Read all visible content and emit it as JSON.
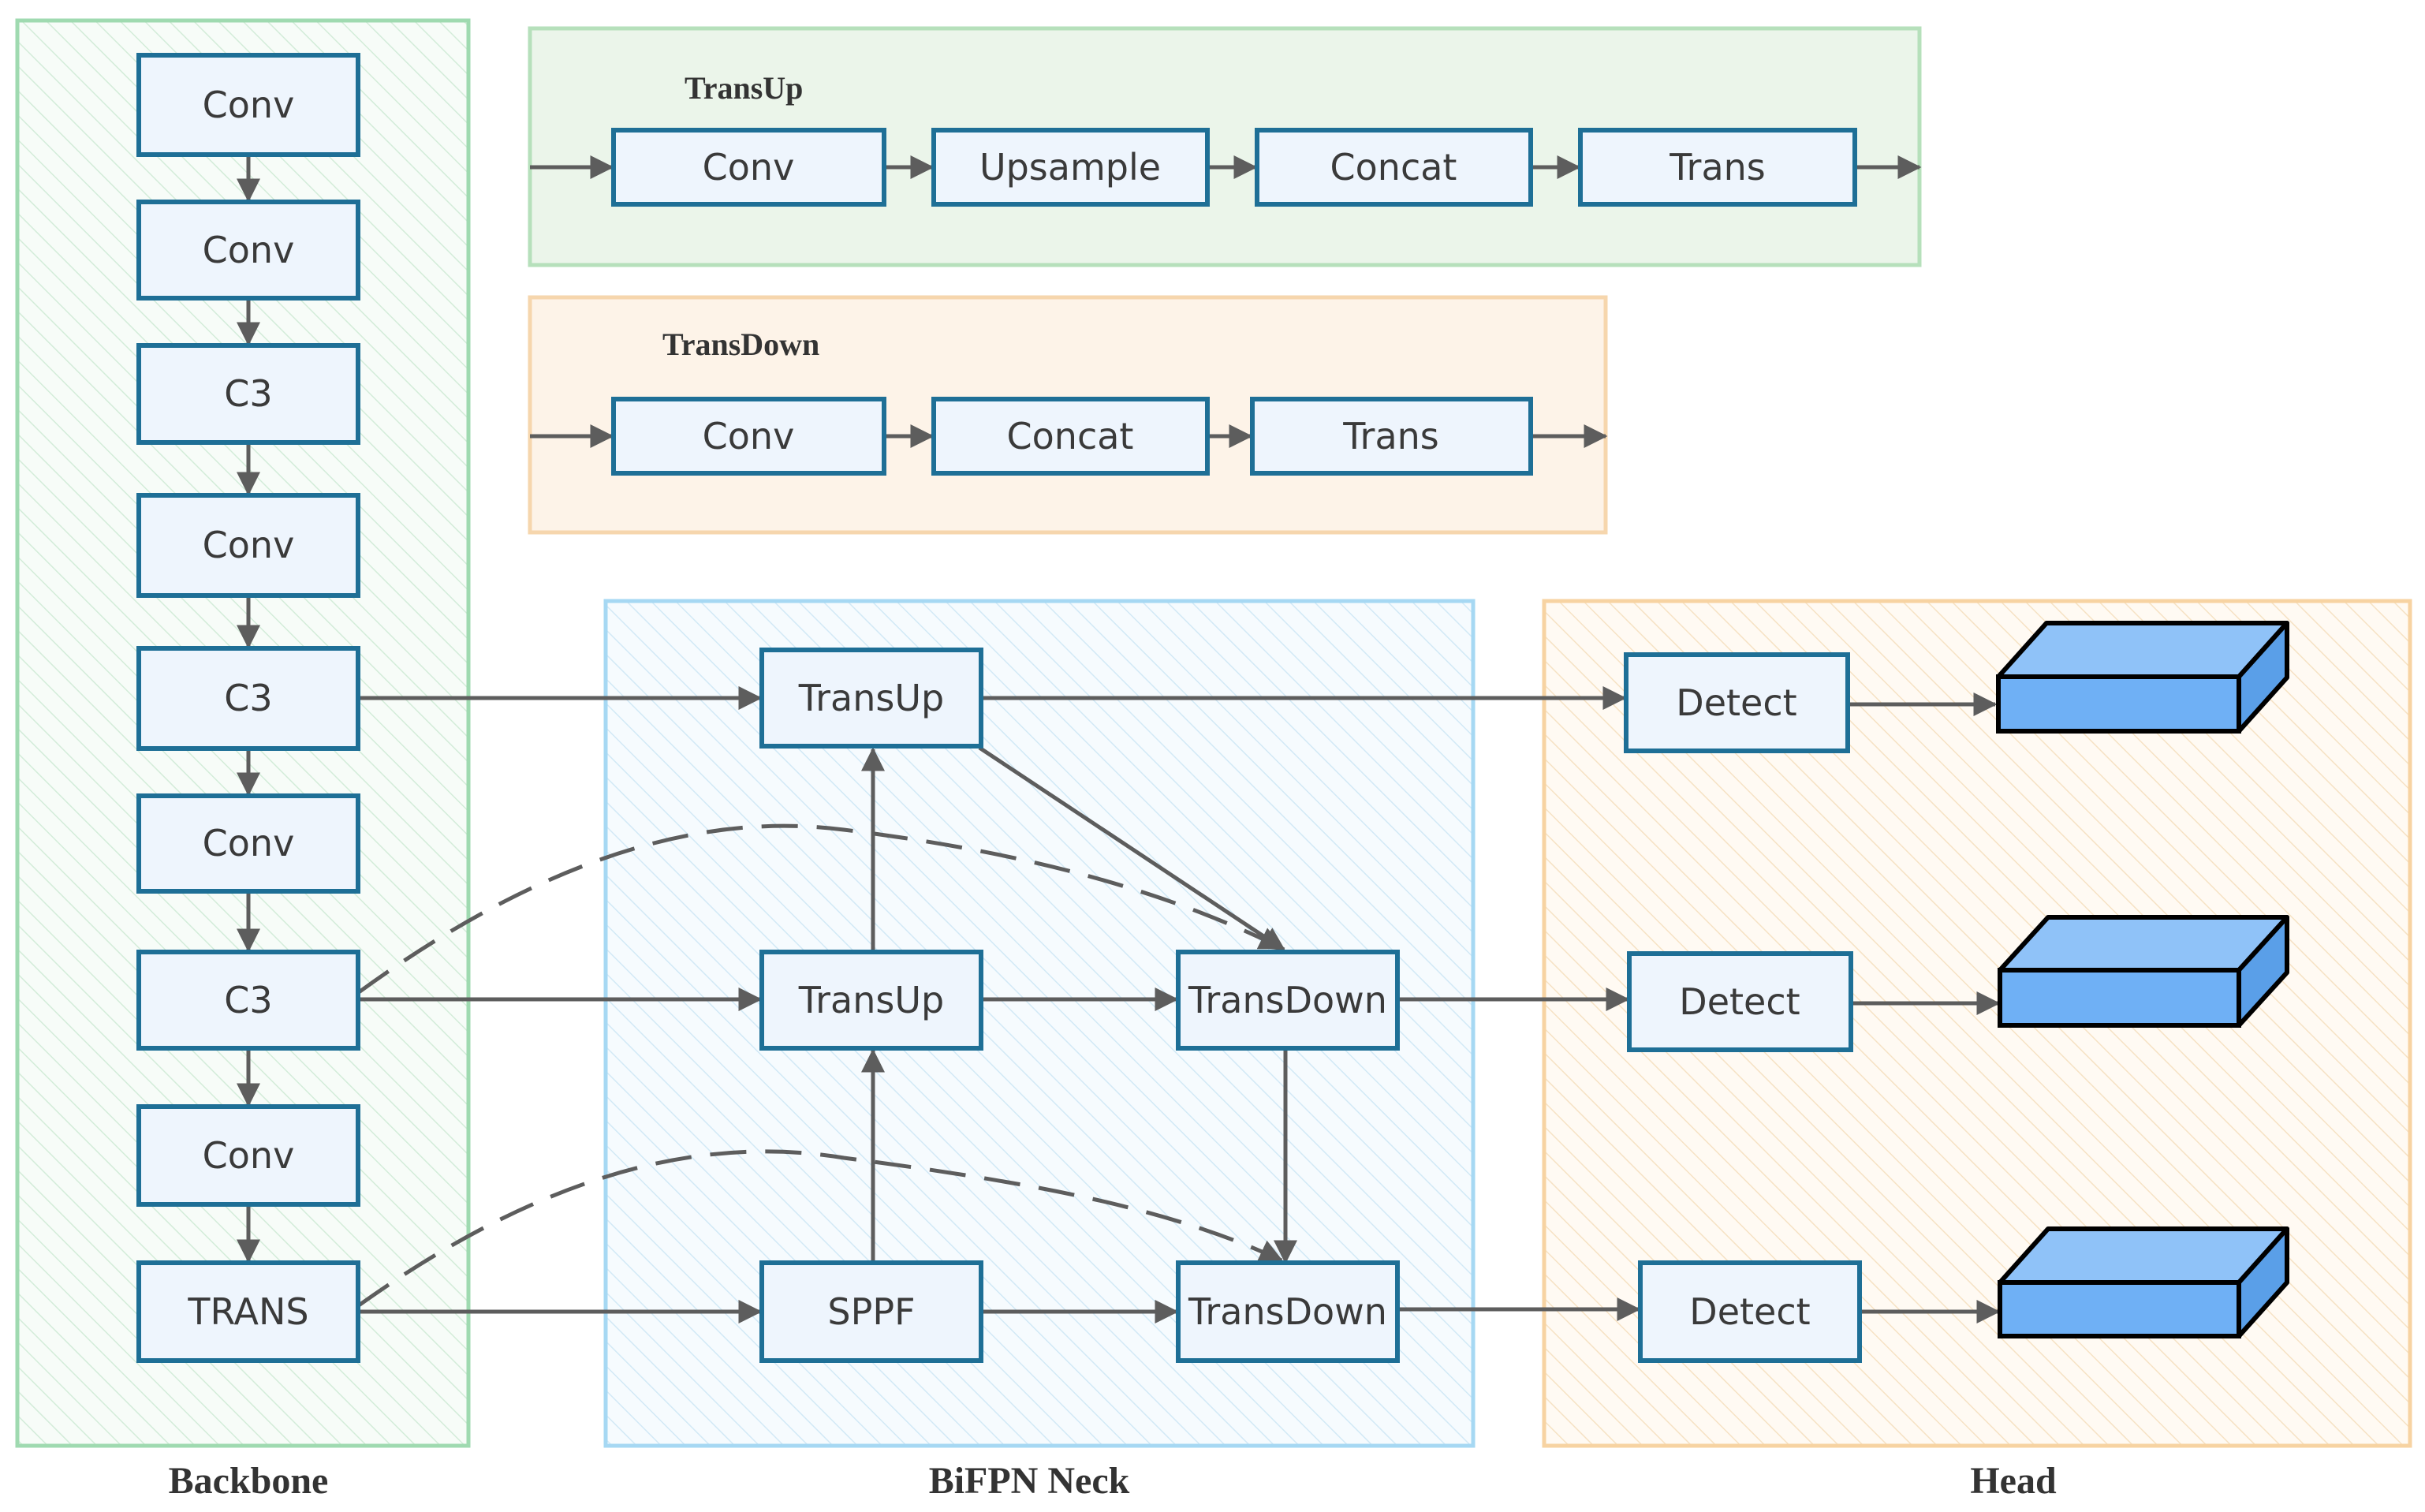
{
  "panels": {
    "backbone": "Backbone",
    "neck": "BiFPN Neck",
    "head": "Head"
  },
  "insets": {
    "transup": {
      "title": "TransUp",
      "steps": [
        "Conv",
        "Upsample",
        "Concat",
        "Trans"
      ]
    },
    "transdown": {
      "title": "TransDown",
      "steps": [
        "Conv",
        "Concat",
        "Trans"
      ]
    }
  },
  "backbone_layers": [
    "Conv",
    "Conv",
    "C3",
    "Conv",
    "C3",
    "Conv",
    "C3",
    "Conv",
    "TRANS"
  ],
  "neck_nodes": {
    "top_up": "TransUp",
    "mid_up": "TransUp",
    "sppf": "SPPF",
    "mid_down": "TransDown",
    "bottom_down": "TransDown"
  },
  "head_nodes": [
    "Detect",
    "Detect",
    "Detect"
  ],
  "colors": {
    "backbone_panel": "#7fcf9a",
    "neck_panel": "#8ecdf0",
    "head_panel": "#f5c98a",
    "transup_panel": "#ebf5ea",
    "transdown_panel": "#fdf3e8",
    "node_border": "#1e6f96",
    "node_fill": "#eef5fd",
    "output_block": "#6fb0f5"
  }
}
